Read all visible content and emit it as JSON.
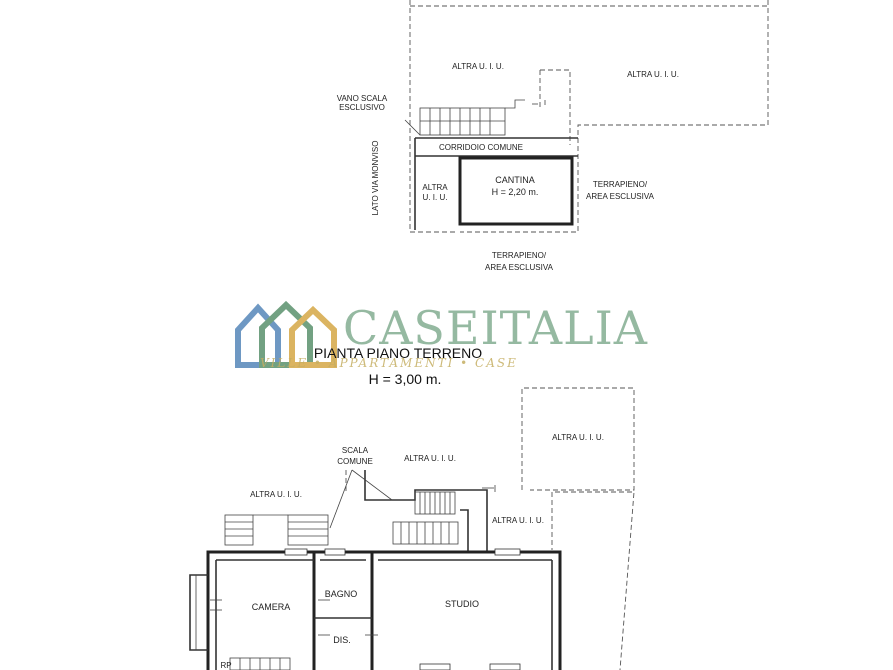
{
  "top_plan": {
    "labels": {
      "altra_left": "ALTRA U. I. U.",
      "altra_right": "ALTRA U. I. U.",
      "vano_line1": "VANO SCALA",
      "vano_line2": "ESCLUSIVO",
      "corridoio": "CORRIDOIO COMUNE",
      "altra_small_1": "ALTRA",
      "altra_small_2": "U. I. U.",
      "cantina": "CANTINA",
      "cantina_h": "H = 2,20 m.",
      "terrapieno_right_1": "TERRAPIENO/",
      "terrapieno_right_2": "AREA ESCLUSIVA",
      "lato_via": "LATO VIA MONVISO",
      "terrapieno_bottom_1": "TERRAPIENO/",
      "terrapieno_bottom_2": "AREA ESCLUSIVA"
    }
  },
  "watermark": {
    "brand": "CASEITALIA",
    "tagline": "VILLE • APPARTAMENTI • CASE",
    "colors": {
      "house_blue": "#4a7fb5",
      "house_green": "#4f8a63",
      "house_gold": "#d3a23a"
    }
  },
  "section_title": "PIANTA PIANO TERRENO",
  "section_height": "H = 3,00 m.",
  "ground_plan": {
    "labels": {
      "altra_right_top": "ALTRA U. I. U.",
      "scala_comune_1": "SCALA",
      "scala_comune_2": "COMUNE",
      "altra_center": "ALTRA U. I. U.",
      "altra_left": "ALTRA U. I. U.",
      "altra_right": "ALTRA U. I. U.",
      "camera": "CAMERA",
      "bagno": "BAGNO",
      "studio": "STUDIO",
      "dis": "DIS.",
      "rp": "RP"
    }
  }
}
